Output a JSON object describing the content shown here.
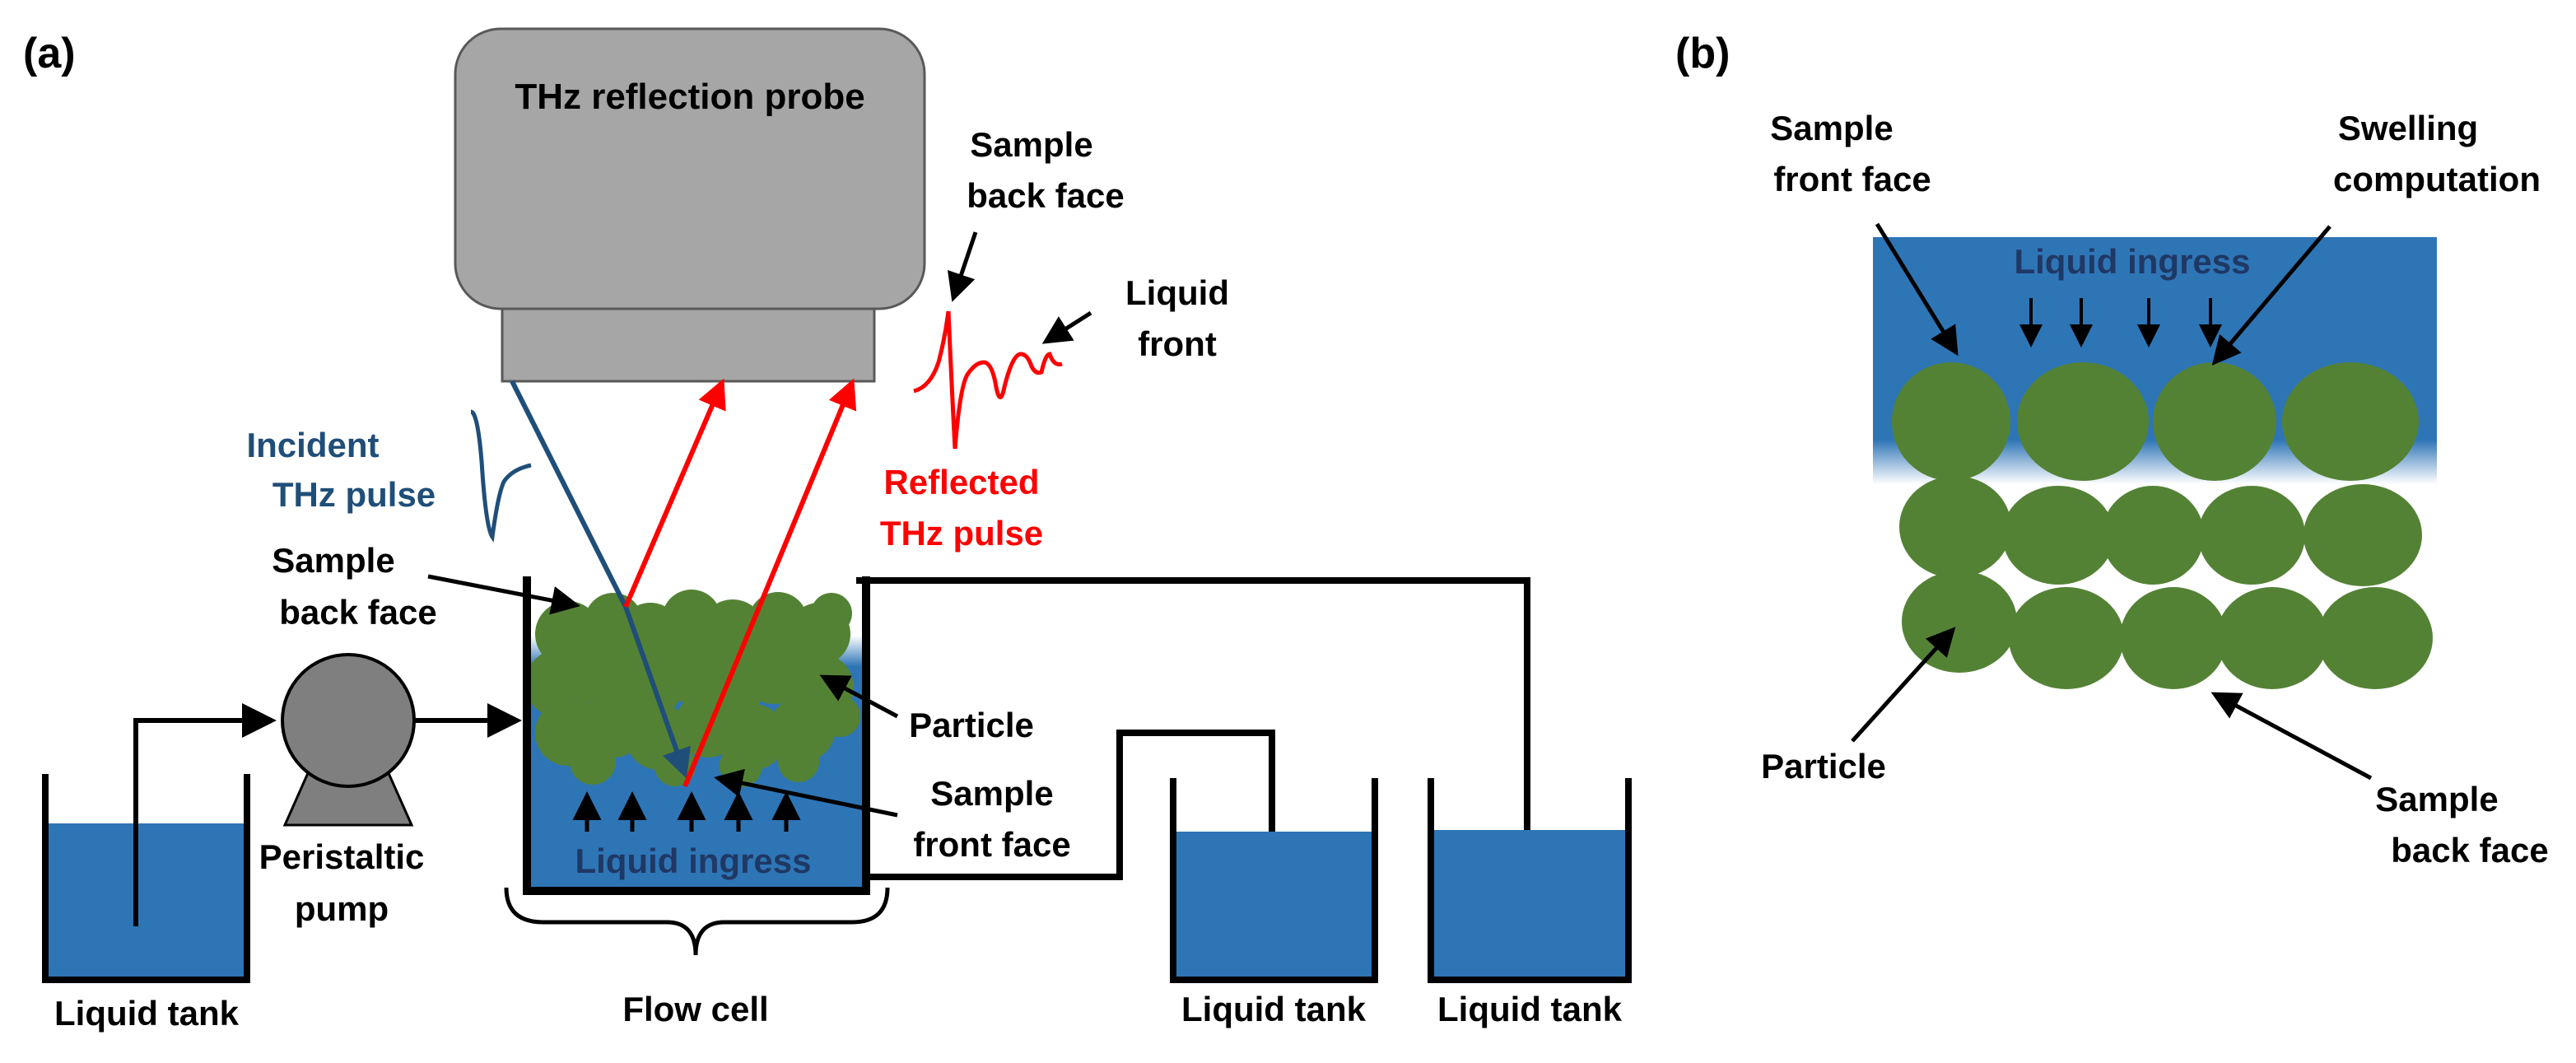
{
  "panel_a": {
    "label": "(a)",
    "probe_label": "THz reflection probe",
    "incident_label": [
      "Incident",
      "THz pulse"
    ],
    "reflected_label": [
      "Reflected",
      "THz pulse"
    ],
    "back_face_top_label": [
      "Sample",
      "back face"
    ],
    "liquid_front_label": [
      "Liquid",
      "front"
    ],
    "back_face_left_label": [
      "Sample",
      "back face"
    ],
    "particle_label": "Particle",
    "front_face_label": [
      "Sample",
      "front face"
    ],
    "liquid_ingress_label": "Liquid ingress",
    "pump_label": [
      "Peristaltic",
      "pump"
    ],
    "flow_cell_label": "Flow cell",
    "tank_left_label": "Liquid tank",
    "tank_mid_label": "Liquid tank",
    "tank_right_label": "Liquid tank"
  },
  "panel_b": {
    "label": "(b)",
    "front_face_label": [
      "Sample",
      "front face"
    ],
    "swelling_label": [
      "Swelling",
      "computation"
    ],
    "liquid_ingress_label": "Liquid ingress",
    "particle_label": "Particle",
    "back_face_label": [
      "Sample",
      "back face"
    ]
  },
  "colors": {
    "liquid": "#2e75b6",
    "particle": "#548235",
    "incident_beam": "#1f4e79",
    "reflected_beam": "#ff0000",
    "probe": "#a6a6a6",
    "pump": "#7f7f7f",
    "ink": "#000000"
  }
}
